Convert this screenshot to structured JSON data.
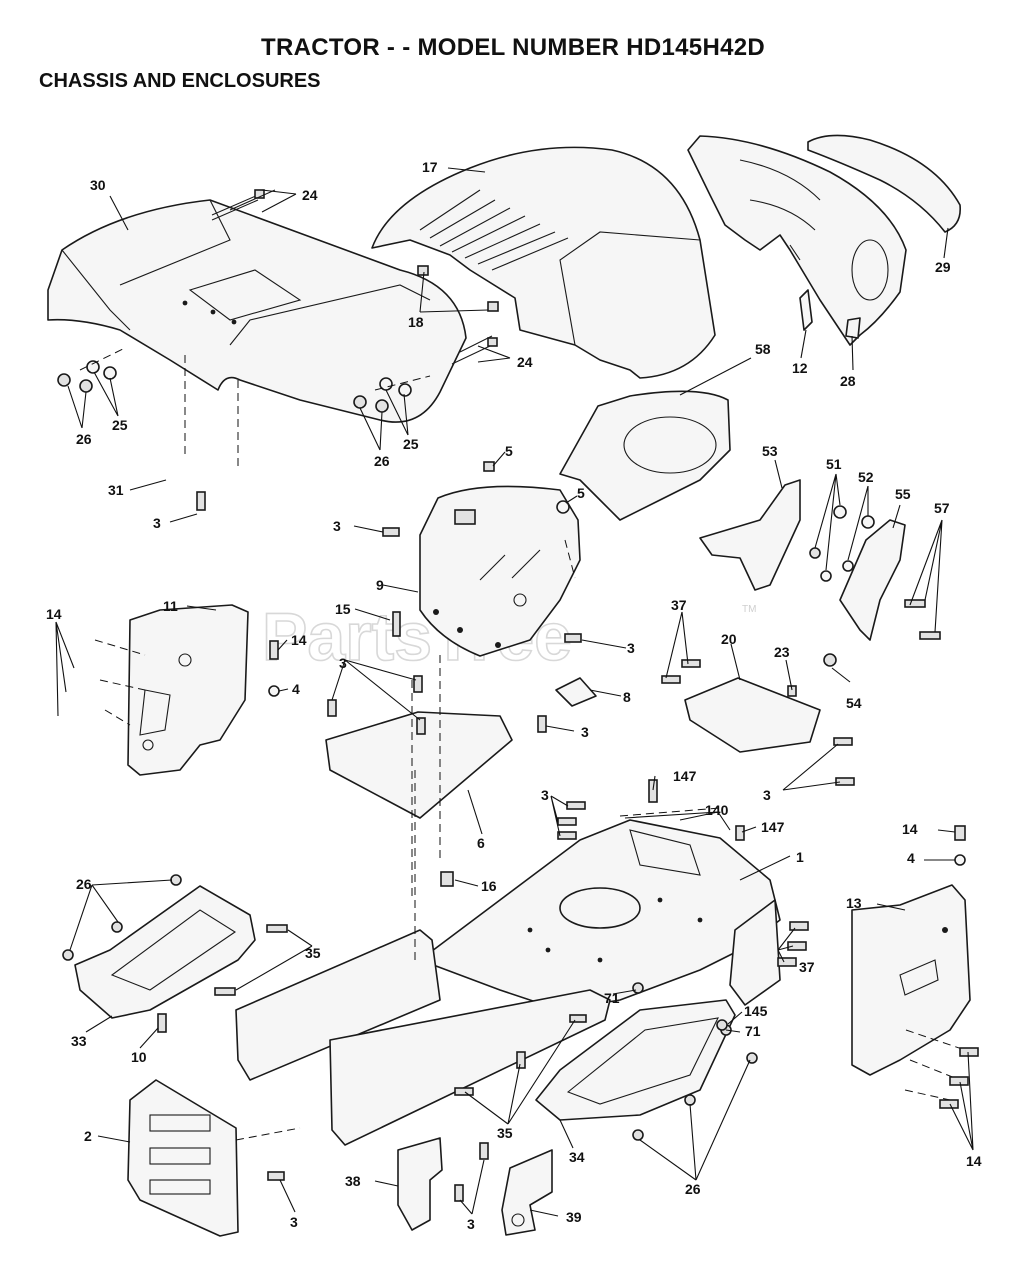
{
  "header": {
    "title": "TRACTOR - - MODEL NUMBER HD145H42D",
    "subtitle": "CHASSIS AND ENCLOSURES"
  },
  "watermark": {
    "text": "PartsTree",
    "mark": "TM"
  },
  "callouts": [
    "30",
    "24",
    "17",
    "29",
    "18",
    "24",
    "12",
    "28",
    "26",
    "25",
    "26",
    "25",
    "58",
    "5",
    "31",
    "3",
    "5",
    "53",
    "51",
    "52",
    "55",
    "57",
    "3",
    "9",
    "11",
    "14",
    "14",
    "15",
    "4",
    "3",
    "37",
    "20",
    "23",
    "8",
    "3",
    "54",
    "3",
    "3",
    "6",
    "147",
    "140",
    "147",
    "1",
    "14",
    "4",
    "26",
    "16",
    "13",
    "35",
    "3",
    "33",
    "10",
    "71",
    "145",
    "71",
    "2",
    "35",
    "34",
    "26",
    "14",
    "38",
    "3",
    "39",
    "3",
    "37"
  ]
}
